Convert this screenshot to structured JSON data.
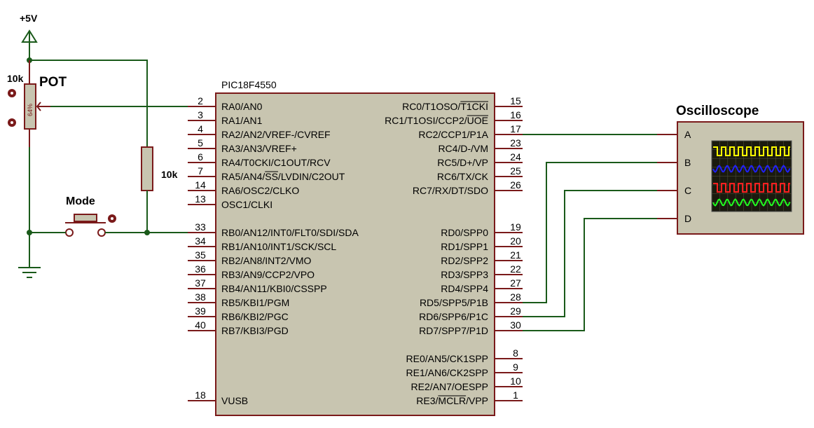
{
  "supply": {
    "label": "+5V"
  },
  "pot": {
    "title": "POT",
    "value": "10k",
    "setting": "64%"
  },
  "pullup": {
    "value": "10k"
  },
  "button": {
    "label": "Mode"
  },
  "mcu": {
    "name": "PIC18F4550",
    "left_pins": [
      {
        "num": "2",
        "name": "RA0/AN0"
      },
      {
        "num": "3",
        "name": "RA1/AN1"
      },
      {
        "num": "4",
        "name": "RA2/AN2/VREF-/CVREF"
      },
      {
        "num": "5",
        "name": "RA3/AN3/VREF+"
      },
      {
        "num": "6",
        "name": "RA4/T0CKI/C1OUT/RCV"
      },
      {
        "num": "7",
        "name": "RA5/AN4/SS/LVDIN/C2OUT"
      },
      {
        "num": "14",
        "name": "RA6/OSC2/CLKO"
      },
      {
        "num": "13",
        "name": "OSC1/CLKI"
      },
      {
        "num": "33",
        "name": "RB0/AN12/INT0/FLT0/SDI/SDA"
      },
      {
        "num": "34",
        "name": "RB1/AN10/INT1/SCK/SCL"
      },
      {
        "num": "35",
        "name": "RB2/AN8/INT2/VMO"
      },
      {
        "num": "36",
        "name": "RB3/AN9/CCP2/VPO"
      },
      {
        "num": "37",
        "name": "RB4/AN11/KBI0/CSSPP"
      },
      {
        "num": "38",
        "name": "RB5/KBI1/PGM"
      },
      {
        "num": "39",
        "name": "RB6/KBI2/PGC"
      },
      {
        "num": "40",
        "name": "RB7/KBI3/PGD"
      },
      {
        "num": "18",
        "name": "VUSB"
      }
    ],
    "right_pins": [
      {
        "num": "15",
        "name": "RC0/T1OSO/T1CKI"
      },
      {
        "num": "16",
        "name": "RC1/T1OSI/CCP2/UOE"
      },
      {
        "num": "17",
        "name": "RC2/CCP1/P1A"
      },
      {
        "num": "23",
        "name": "RC4/D-/VM"
      },
      {
        "num": "24",
        "name": "RC5/D+/VP"
      },
      {
        "num": "25",
        "name": "RC6/TX/CK"
      },
      {
        "num": "26",
        "name": "RC7/RX/DT/SDO"
      },
      {
        "num": "19",
        "name": "RD0/SPP0"
      },
      {
        "num": "20",
        "name": "RD1/SPP1"
      },
      {
        "num": "21",
        "name": "RD2/SPP2"
      },
      {
        "num": "22",
        "name": "RD3/SPP3"
      },
      {
        "num": "27",
        "name": "RD4/SPP4"
      },
      {
        "num": "28",
        "name": "RD5/SPP5/P1B"
      },
      {
        "num": "29",
        "name": "RD6/SPP6/P1C"
      },
      {
        "num": "30",
        "name": "RD7/SPP7/P1D"
      },
      {
        "num": "8",
        "name": "RE0/AN5/CK1SPP"
      },
      {
        "num": "9",
        "name": "RE1/AN6/CK2SPP"
      },
      {
        "num": "10",
        "name": "RE2/AN7/OESPP"
      },
      {
        "num": "1",
        "name": "RE3/MCLR/VPP"
      }
    ]
  },
  "scope": {
    "title": "Oscilloscope",
    "channels": [
      "A",
      "B",
      "C",
      "D"
    ],
    "trace_colors": [
      "#ffff00",
      "#2020ff",
      "#ff2020",
      "#20ff20"
    ]
  },
  "colors": {
    "wire": "#1a5a1a",
    "lead": "#7a1a1a",
    "chip_body": "#c8c5b0"
  }
}
